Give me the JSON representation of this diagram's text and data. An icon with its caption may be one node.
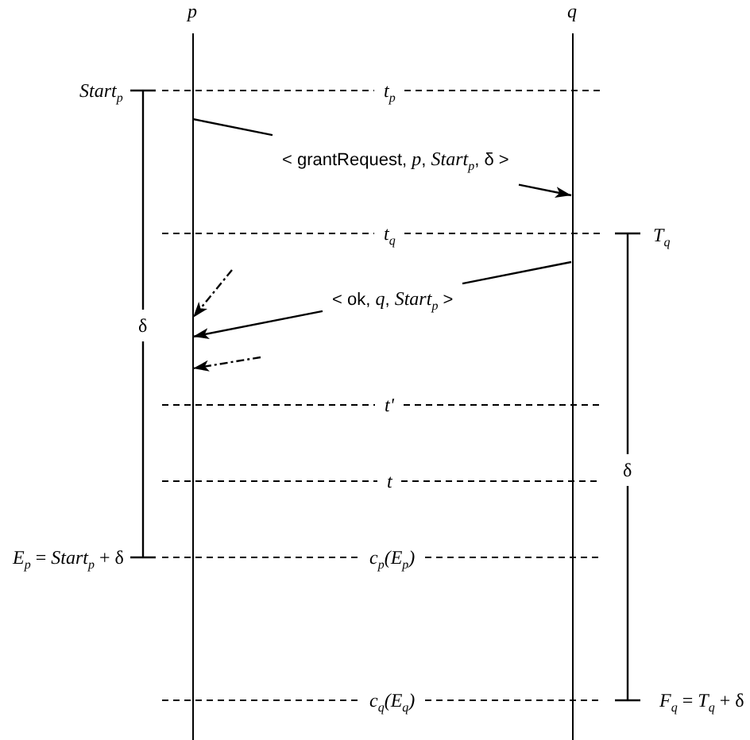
{
  "diagram": {
    "nodes": [
      {
        "text": [
          "p"
        ]
      },
      {
        "text": [
          "q"
        ]
      }
    ],
    "edges": [
      {
        "from": 0,
        "to": 1,
        "arrow": "to",
        "label": "< grantRequest, *p*, *Start*$_{p}$, δ >"
      },
      {
        "from": 1,
        "to": 0,
        "arrow": "to",
        "label": "< ok, *q*, *Start*$_{p}$ >"
      },
      {
        "from": null,
        "to": 0,
        "arrow": "to",
        "style": "dashed"
      },
      {
        "from": null,
        "to": 0,
        "arrow": "to",
        "style": "dashed"
      }
    ],
    "labels": [
      "Start$_{p}$",
      "t$_{p}$",
      "t$_{q}$",
      "T$_{q}$",
      "δ",
      "t'",
      "δ",
      "t",
      "*E*$_{p}$ = *Start*$_{p}$ + δ",
      "c$_{p}$(E$_{p}$)",
      "c$_{q}$(E$_{q}$)",
      "*F*$_{q}$ = *T*$_{q}$ + δ"
    ]
  }
}
